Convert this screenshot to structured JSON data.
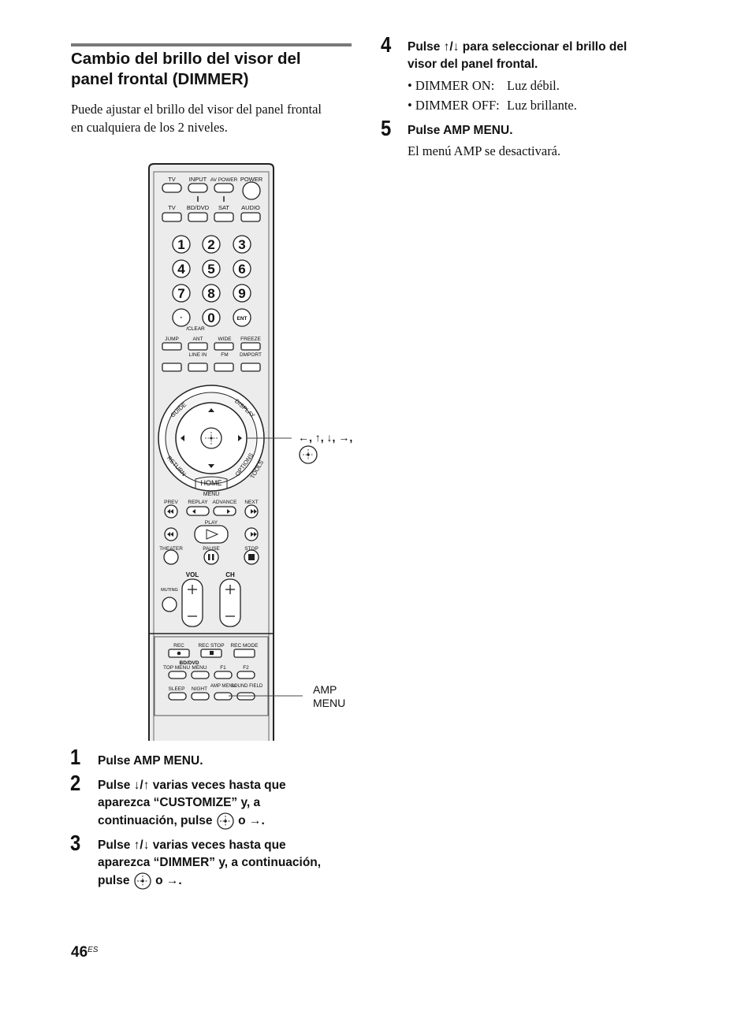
{
  "section": {
    "title_line1": "Cambio del brillo del visor del",
    "title_line2": "panel frontal (DIMMER)",
    "intro_line1": "Puede ajustar el brillo del visor del panel frontal",
    "intro_line2": "en cualquiera de los 2 niveles."
  },
  "steps": [
    {
      "num": "1",
      "l1": "Pulse AMP MENU."
    },
    {
      "num": "2",
      "l1a": "Pulse ",
      "l1b": " varias veces hasta que",
      "l2": "aparezca “CUSTOMIZE” y, a",
      "l3a": "continuación, pulse ",
      "l3b": " o "
    },
    {
      "num": "3",
      "l1a": "Pulse ",
      "l1b": " varias veces hasta que",
      "l2": "aparezca “DIMMER” y, a continuación,",
      "l3a": "pulse ",
      "l3b": " o "
    },
    {
      "num": "4",
      "l1a": "Pulse ",
      "l1b": " para seleccionar el brillo del",
      "l2": "visor del panel frontal."
    },
    {
      "num": "5",
      "l1": "Pulse AMP MENU.",
      "l2": "El menú AMP se desactivará."
    }
  ],
  "symbols": {
    "down_up": "↓/↑",
    "up_down": "↑/↓",
    "right": "→",
    "period": "."
  },
  "dimmer_options": [
    {
      "label": "• DIMMER ON:",
      "value": "Luz débil."
    },
    {
      "label": "• DIMMER OFF:",
      "value": "Luz brillante."
    }
  ],
  "callouts": {
    "arrows": "←, ↑, ↓, →,",
    "amp_line1": "AMP",
    "amp_line2": "MENU"
  },
  "remote": {
    "row1": [
      "TV",
      "INPUT",
      "AV POWER",
      "POWER"
    ],
    "row2": [
      "TV",
      "BD/DVD",
      "SAT",
      "AUDIO"
    ],
    "digits": [
      "1",
      "2",
      "3",
      "4",
      "5",
      "6",
      "7",
      "8",
      "9",
      "·",
      "0",
      "ENT"
    ],
    "clear": "/CLEAR",
    "row_func_top": [
      "JUMP",
      "ANT",
      "WIDE",
      "FREEZE"
    ],
    "row_func_bot": [
      "LINE IN",
      "FM",
      "DMPORT"
    ],
    "ring": [
      "GUIDE",
      "DISPLAY",
      "RETURN",
      "HOME",
      "OPTIONS",
      "TOOLS"
    ],
    "menu": "MENU",
    "transport1": [
      "PREV",
      "REPLAY",
      "ADVANCE",
      "NEXT"
    ],
    "play": "PLAY",
    "transport3": [
      "THEATER",
      "PAUSE",
      "STOP"
    ],
    "vol": "VOL",
    "ch": "CH",
    "muting": "MUTING",
    "lower1": [
      "REC",
      "REC STOP",
      "REC MODE"
    ],
    "bd_dvd": "BD/DVD",
    "lower2": [
      "TOP MENU",
      "MENU",
      "F1",
      "F2"
    ],
    "lower3": [
      "SLEEP",
      "NIGHT",
      "AMP MENU",
      "SOUND FIELD"
    ]
  },
  "page": {
    "number": "46",
    "suffix": "ES"
  }
}
